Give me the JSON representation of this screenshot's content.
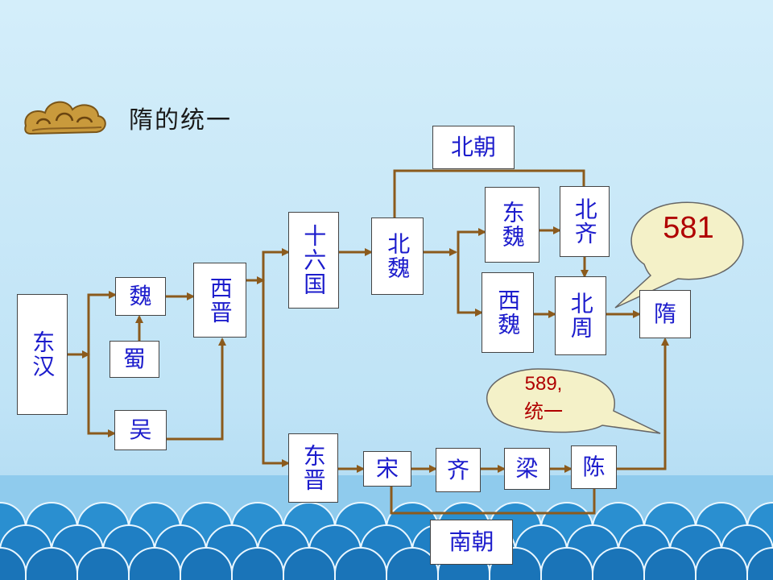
{
  "title": "隋的统一",
  "nodes": {
    "donghan": "东汉",
    "wei": "魏",
    "shu": "蜀",
    "wu": "吴",
    "xijin": "西晋",
    "shiliuguo": "十六国",
    "dongjin": "东晋",
    "beiwei": "北魏",
    "dongwei": "东魏",
    "xiwei": "西魏",
    "beiqi": "北齐",
    "beizhou": "北周",
    "sui": "隋",
    "song": "宋",
    "qi": "齐",
    "liang": "梁",
    "chen": "陈"
  },
  "groups": {
    "beichao": "北朝",
    "nanchao": "南朝"
  },
  "callouts": {
    "year_581": "581",
    "year_589": "589,",
    "unify_589": "统一"
  },
  "colors": {
    "arrow": "#8b5a1c",
    "box_text": "#1c1ccc",
    "callout_text": "#b00000",
    "callout_fill": "#f4f1c8"
  }
}
